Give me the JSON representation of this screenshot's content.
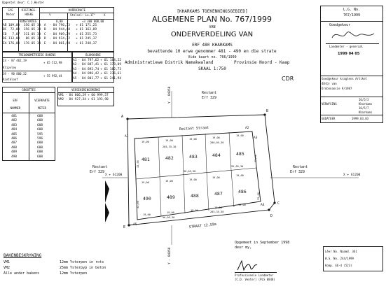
{
  "preparer": "Opgestel deur: C.J.Hester",
  "coord_table": {
    "h_sye": "SYE",
    "h_meter": "Meter",
    "h_rigting": "RIGTINGS-",
    "h_hoeke": "HOEKE",
    "h_koordinate": "KOÖRDINATE",
    "h_y": "Y",
    "h_stelsel": "Stelsel: Lo.17°",
    "h_x": "X",
    "h_konstantes": "KONSTANTES",
    "konst_y": "0,00",
    "konst_x": "+3 300 000,00",
    "rows": [
      {
        "side": "AB",
        "len": "109,00",
        "dir": "356 05 30",
        "pt": "A",
        "y": "- 84 796,73",
        "x": "+ 61 171,25"
      },
      {
        "side": "BC",
        "len": "72,00",
        "dir": "356 05 30",
        "pt": "B",
        "y": "- 84 944,48",
        "x": "+ 61 163,89"
      },
      {
        "side": "CD",
        "len": "7,07",
        "dir": "311 05 30",
        "pt": "C",
        "y": "- 84 909,29",
        "x": "+ 61 255,73"
      },
      {
        "side": "DE",
        "len": "113,00",
        "dir": "86 05 30",
        "pt": "D",
        "y": "- 84 914,72",
        "x": "+ 61 245,37"
      },
      {
        "side": "EA",
        "len": "176,00",
        "dir": "176 05 30",
        "pt": "E",
        "y": "- 84 801,98",
        "x": "+ 61 248,37"
      }
    ]
  },
  "trig": {
    "title": "TRIGONOMETRIESE BAKENS",
    "r1_id": "23",
    "r1_y": "- 87 462,19",
    "r1_x": "+ 65 512,98",
    "r1_name": "Klipvley",
    "r2_id": "39",
    "r2_y": "- 90 880,32",
    "r2_x": "+ 55 992,44",
    "r2_name": "Rietkloof"
  },
  "blok": {
    "title": "BLOKHOEKE",
    "rows": [
      {
        "pt": "A1",
        "y": "- 84 797,62",
        "x": "+ 61 184,22"
      },
      {
        "pt": "A2",
        "y": "- 84 887,41",
        "x": "+ 61 178,09"
      },
      {
        "pt": "A3",
        "y": "- 84 892,74",
        "x": "+ 61 182,73"
      },
      {
        "pt": "A4",
        "y": "- 84 896,42",
        "x": "+ 61 236,61"
      },
      {
        "pt": "A5",
        "y": "- 84 801,77",
        "x": "+ 61 241,94"
      }
    ]
  },
  "groottes": {
    "title": "GROOTTES",
    "h_erf": "ERF",
    "h_nommer": "NOMMER",
    "h_vierkante": "VIERKANTE",
    "h_meter": "METER",
    "rows": [
      {
        "erf": "481",
        "m": "608"
      },
      {
        "erf": "482",
        "m": "608"
      },
      {
        "erf": "483",
        "m": "608"
      },
      {
        "erf": "484",
        "m": "608"
      },
      {
        "erf": "485",
        "m": "595"
      },
      {
        "erf": "486",
        "m": "596"
      },
      {
        "erf": "487",
        "m": "608"
      },
      {
        "erf": "488",
        "m": "608"
      },
      {
        "erf": "489",
        "m": "608"
      },
      {
        "erf": "490",
        "m": "608"
      }
    ]
  },
  "verseker": {
    "title": "VERSEKERINGSMERKE",
    "rows": [
      {
        "pt": "VM1",
        "y": "- 84 806,29",
        "x": "+ 60 999,57"
      },
      {
        "pt": "VM2",
        "y": "- 84 927,34",
        "x": "+ 61 193,90"
      }
    ]
  },
  "header": {
    "office": "[KHARKAMS TOEKENNINGSGEBIED]",
    "plan_title": "ALGEMENE PLAN No. 767/1999",
    "van": "VAN",
    "onderverdeling": "ONDERVERDELING VAN",
    "erf": "ERF 480 KHARKAMS",
    "bevattende": "bevattende 10 erwe genommer 481 - 490 en die strate",
    "vide": "Vide kaart no. 766/1999",
    "admin": "Administratiewe Distrik Namakwaland",
    "provinsie": "Provinsie Noord - Kaap",
    "skaal": "SKAAL 1:750"
  },
  "right_panel": {
    "ls_no": "L.G. No.",
    "ls_val": "767/1999",
    "goedgekeur": "Goedgekeur",
    "landmeter_generaal": "Landmeter - generaal",
    "date_stamp": "1999 04 05",
    "kragtens": "Goedgekeur kragtens Artikel",
    "wet": "48(b) van",
    "ordonnansie": "Ordonnansie 9/1987",
    "ref1": "16/5/3",
    "verwysing": "VERWYSING",
    "kharkams": "Kharkams",
    "ref2": "16/5/7",
    "kharkams2": "Kharkams",
    "gedateer": "GEDATEER",
    "gedateer_val": "1999.03.03"
  },
  "cdr": "CDR",
  "plan": {
    "north_y": "Y - 84850",
    "south_y": "Y - 84850",
    "x_left": "X + 61200",
    "x_right": "X + 61200",
    "restant_top": "Restant",
    "restant_top2": "Erf 329",
    "restant_left": "Restant",
    "restant_left2": "Erf 329",
    "restant_right": "Restant",
    "restant_right2": "Erf 329",
    "street_top": "Restant Straat",
    "street_bottom": "STRAAT 12,59m",
    "corners": {
      "A": "A",
      "B": "B",
      "C": "C",
      "D": "D",
      "E": "E",
      "A1": "A1",
      "A2": "A2",
      "A3": "A3",
      "A4": "A4",
      "A5": "A5"
    },
    "lots_top": [
      "481",
      "482",
      "483",
      "484",
      "485"
    ],
    "lots_bottom": [
      "490",
      "489",
      "488",
      "487",
      "486"
    ],
    "lot_dim": "19,00",
    "lot_dim2": "32,00",
    "diag1": "285,35,30",
    "diag2": "96,05,30",
    "diag3": "286,05,30",
    "diag4": "95,05,30"
  },
  "bakens": {
    "title": "BAKENBESKRYWING",
    "rows": [
      {
        "k": "VM1",
        "v": "12mm Ysterpen in rots"
      },
      {
        "k": "VM2",
        "v": "25mm Ysterpyp in beton"
      },
      {
        "k": "Alle ander bakens",
        "v": "12mm Ysterpen"
      }
    ]
  },
  "survey": {
    "opgemeet": "Opgemeet in September 1998",
    "deur": "deur my,",
    "prof": "Professionele Landmeter",
    "name": "[C.D. Venter] (PLS 0848)"
  },
  "footer_box": {
    "l1": "Lêer No. Naamd. 361",
    "l2": "W.S. No. 244/1999",
    "l3": "Komp. E6-4 (523)"
  }
}
